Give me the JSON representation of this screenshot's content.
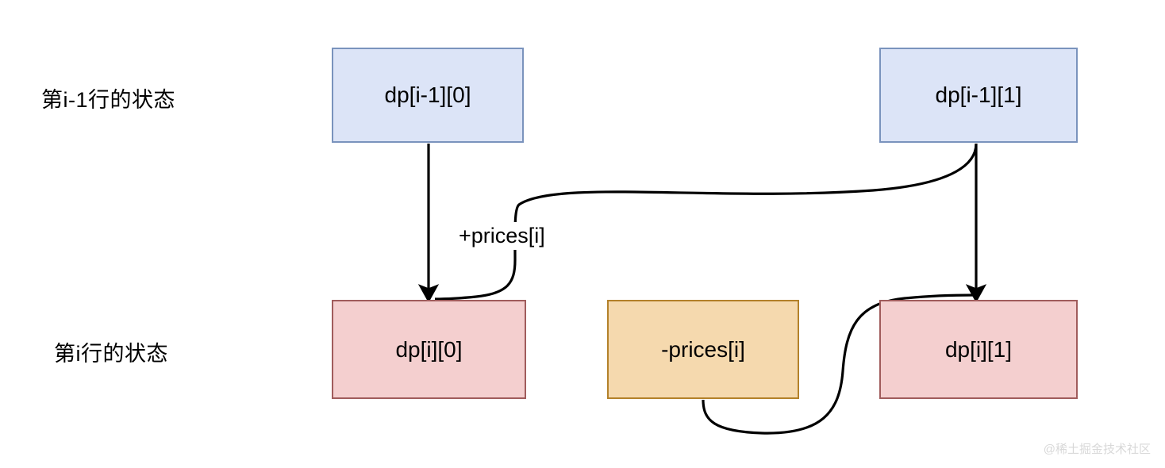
{
  "diagram": {
    "title": "Stock DP state transition diagram",
    "row_labels": [
      {
        "id": "prev-row",
        "text": "第i-1行的状态"
      },
      {
        "id": "curr-row",
        "text": "第i行的状态"
      }
    ],
    "nodes": [
      {
        "id": "dp-prev-0",
        "label": "dp[i-1][0]",
        "fill": "#dce4f7",
        "border": "#7a93bd"
      },
      {
        "id": "dp-prev-1",
        "label": "dp[i-1][1]",
        "fill": "#dce4f7",
        "border": "#7a93bd"
      },
      {
        "id": "dp-curr-0",
        "label": "dp[i][0]",
        "fill": "#f4cfcf",
        "border": "#a05c5c"
      },
      {
        "id": "minus-prices",
        "label": "-prices[i]",
        "fill": "#f5d9ae",
        "border": "#b3812a"
      },
      {
        "id": "dp-curr-1",
        "label": "dp[i][1]",
        "fill": "#f4cfcf",
        "border": "#a05c5c"
      }
    ],
    "edge_labels": [
      {
        "id": "plus-prices",
        "text": "+prices[i]"
      }
    ],
    "edges": [
      {
        "id": "dp-prev-0-to-dp-curr-0",
        "from": "dp-prev-0",
        "to": "dp-curr-0",
        "style": "straight",
        "arrow": true
      },
      {
        "id": "dp-prev-1-to-dp-curr-0",
        "from": "dp-prev-1",
        "to": "dp-curr-0",
        "style": "curved",
        "arrow": true,
        "label": "+prices[i]"
      },
      {
        "id": "dp-prev-1-to-dp-curr-1",
        "from": "dp-prev-1",
        "to": "dp-curr-1",
        "style": "straight",
        "arrow": true
      },
      {
        "id": "minus-prices-to-dp-curr-1",
        "from": "minus-prices",
        "to": "dp-curr-1",
        "style": "curved",
        "arrow": false
      }
    ],
    "stroke_color": "#000000"
  },
  "watermark": {
    "text": "@稀土掘金技术社区",
    "color": "#d8d8d8"
  }
}
